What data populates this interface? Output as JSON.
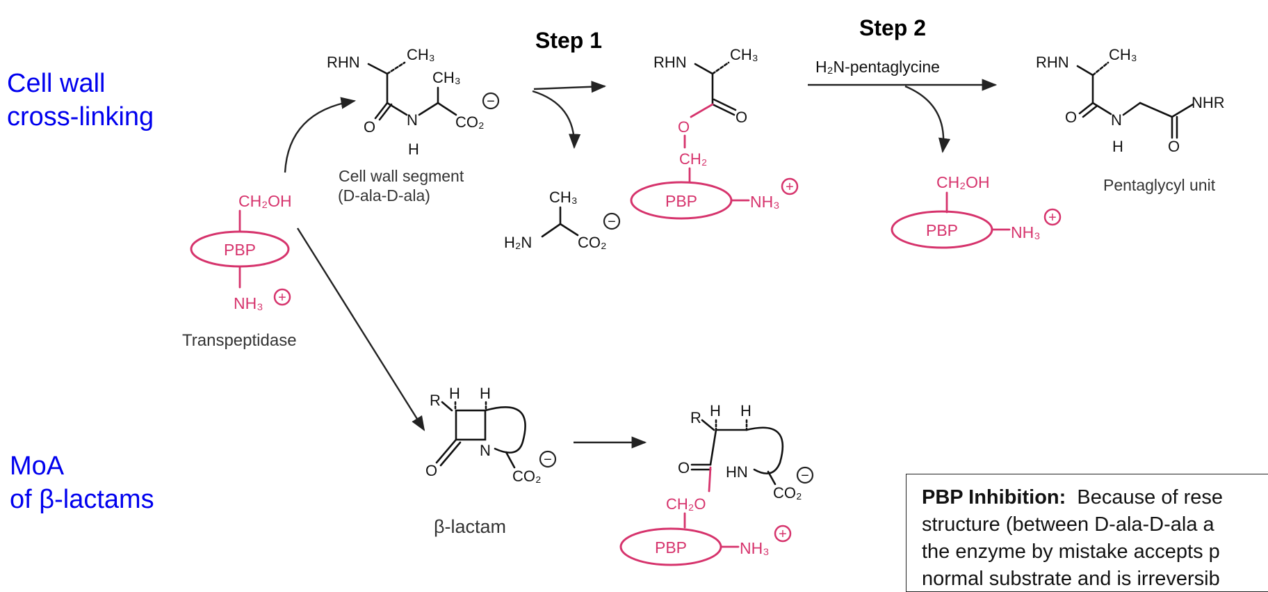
{
  "labels": {
    "cross_linking_line1": "Cell wall",
    "cross_linking_line2": "cross-linking",
    "moa_line1": "MoA",
    "moa_line2": "of β-lactams"
  },
  "steps": {
    "step1": "Step 1",
    "step2": "Step 2"
  },
  "reagents": {
    "pentaglycine": "H₂N-pentaglycine"
  },
  "captions": {
    "cell_wall_segment_line1": "Cell wall segment",
    "cell_wall_segment_line2": "(D-ala-D-ala)",
    "pentaglycyl_unit": "Pentaglycyl unit",
    "transpeptidase": "Transpeptidase",
    "beta_lactam": "β-lactam"
  },
  "chem": {
    "pbp": "PBP",
    "ch2oh": "CH₂OH",
    "ch2": "CH₂",
    "ch2o": "CH₂O",
    "nh3": "NH₃",
    "rhn": "RHN",
    "ch3": "CH₃",
    "co2": "CO₂",
    "h2n": "H₂N",
    "nhr": "NHR",
    "o": "O",
    "n": "N",
    "h": "H",
    "r": "R",
    "hn": "HN",
    "plus": "+",
    "minus": "−"
  },
  "info_box": {
    "title": "PBP Inhibition:",
    "line1_rest": "Because of rese",
    "line2": "structure (between D-ala-D-ala a",
    "line3": "the enzyme by mistake accepts p",
    "line4": "normal substrate and is irreversib"
  },
  "colors": {
    "label_blue": "#0000ee",
    "pbp_pink": "#d6336c",
    "ink": "#111111"
  }
}
